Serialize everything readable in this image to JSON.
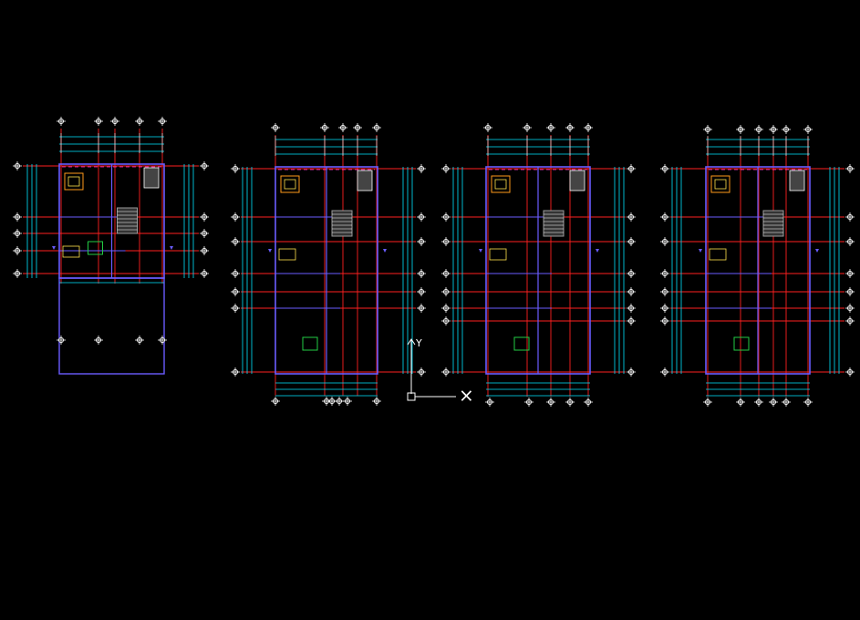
{
  "colors": {
    "background": "#000000",
    "wall": "#6a5cff",
    "gridline": "#ff2020",
    "dimension": "#00e5ff",
    "text": "#ffffff",
    "furniture": "#ff9a1a",
    "fixture": "#ffe14d",
    "hatch": "#9a9a9a",
    "green": "#22cc44",
    "magenta": "#ff33cc"
  },
  "plans": [
    {
      "name": "floor-plan-1",
      "has_lower_frame": true
    },
    {
      "name": "floor-plan-2",
      "has_lower_frame": false
    },
    {
      "name": "floor-plan-3",
      "has_lower_frame": false
    },
    {
      "name": "floor-plan-4",
      "has_lower_frame": false
    }
  ],
  "ucs_icon": {
    "axis_label": "Y",
    "cursor_glyph": "×"
  }
}
